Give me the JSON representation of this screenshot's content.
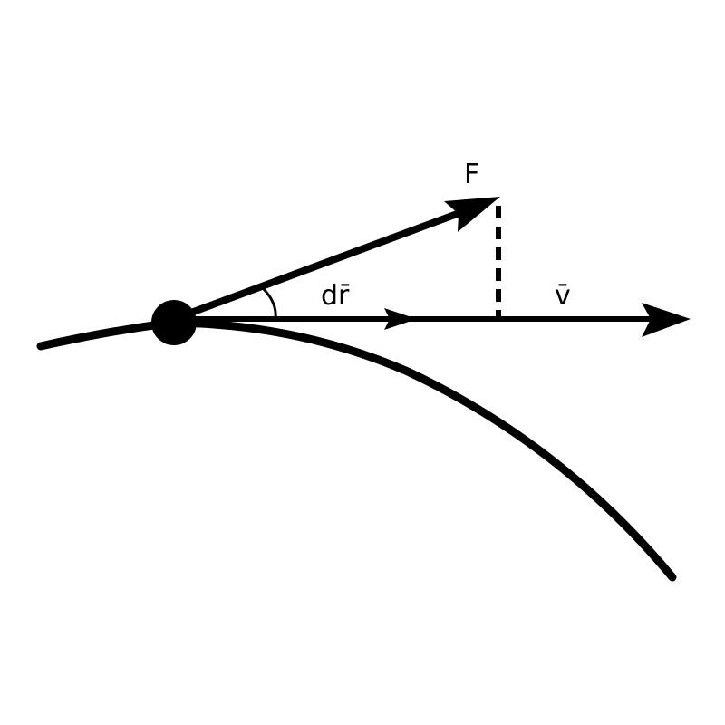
{
  "labels": {
    "force": "F",
    "displacement": "dr̄",
    "velocity": "v̄"
  },
  "colors": {
    "ink": "#000000",
    "background": "#ffffff"
  }
}
